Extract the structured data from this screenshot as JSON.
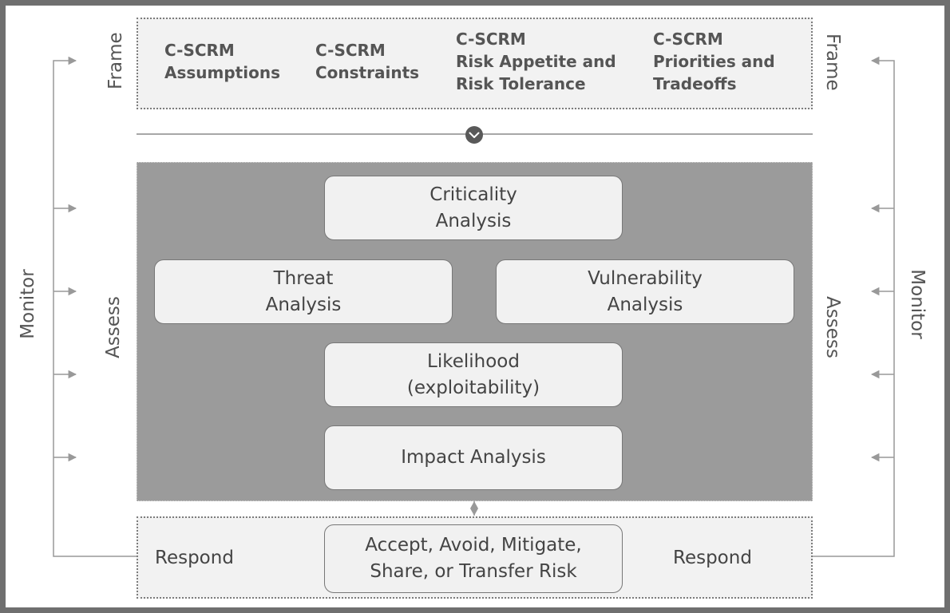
{
  "frame": {
    "label_left": "Frame",
    "label_right": "Frame",
    "items": [
      {
        "line1": "C-SCRM",
        "line2": "Assumptions",
        "line3": ""
      },
      {
        "line1": "C-SCRM",
        "line2": "Constraints",
        "line3": ""
      },
      {
        "line1": "C-SCRM",
        "line2": "Risk Appetite and",
        "line3": "Risk Tolerance"
      },
      {
        "line1": "C-SCRM",
        "line2": "Priorities and",
        "line3": "Tradeoffs"
      }
    ]
  },
  "assess": {
    "label_left": "Assess",
    "label_right": "Assess",
    "criticality": {
      "line1": "Criticality",
      "line2": "Analysis"
    },
    "threat": {
      "line1": "Threat",
      "line2": "Analysis"
    },
    "vulnerability": {
      "line1": "Vulnerability",
      "line2": "Analysis"
    },
    "likelihood": {
      "line1": "Likelihood",
      "line2": "(exploitability)"
    },
    "impact": {
      "line1": "Impact Analysis"
    }
  },
  "respond": {
    "label_left": "Respond",
    "label_right": "Respond",
    "action": {
      "line1": "Accept, Avoid, Mitigate,",
      "line2": "Share, or Transfer Risk"
    }
  },
  "monitor": {
    "label_left": "Monitor",
    "label_right": "Monitor"
  },
  "colors": {
    "border": "#6f6f6f",
    "assess_background": "#9b9b9b",
    "node_fill": "#f1f1f1",
    "text": "#444444"
  },
  "icons": [
    "chevron-down-icon"
  ]
}
